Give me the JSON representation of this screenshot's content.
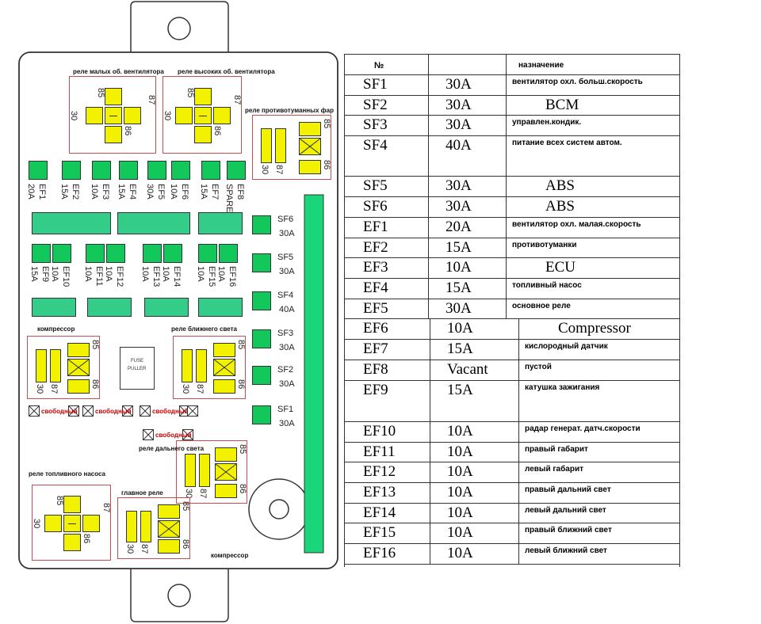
{
  "relays": {
    "small_fan": "реле малых об. вентилятора",
    "high_fan": "реле высоких об. вентилятора",
    "fog": "реле противотуманных фар",
    "compressor": "компрессор",
    "low_beam": "реле ближнего света",
    "high_beam": "реле дальнего света",
    "fuel_pump": "реле топливного насоса",
    "main": "главное реле",
    "compressor_bottom": "компрессор"
  },
  "pins": {
    "p85": "85",
    "p86": "86",
    "p87": "87",
    "p30": "30"
  },
  "fuse_puller": {
    "line1": "FUSE",
    "line2": "PULLER"
  },
  "free_label": "свободный",
  "top_fuses": [
    {
      "name": "EF1",
      "amp": "20A"
    },
    {
      "name": "EF2",
      "amp": "15A"
    },
    {
      "name": "EF3",
      "amp": "10A"
    },
    {
      "name": "EF4",
      "amp": "15A"
    },
    {
      "name": "EF5",
      "amp": "30A"
    },
    {
      "name": "EF6",
      "amp": "10A"
    },
    {
      "name": "EF7",
      "amp": "15A"
    },
    {
      "name": "EF8",
      "amp": "SPARE"
    }
  ],
  "mid_fuses": [
    {
      "name": "EF9",
      "amp": "15A"
    },
    {
      "name": "EF10",
      "amp": "10A"
    },
    {
      "name": "EF11",
      "amp": "10A"
    },
    {
      "name": "EF12",
      "amp": "10A"
    },
    {
      "name": "EF13",
      "amp": "10A"
    },
    {
      "name": "EF14",
      "amp": "10A"
    },
    {
      "name": "EF15",
      "amp": "10A"
    },
    {
      "name": "EF16",
      "amp": "10A"
    }
  ],
  "sf_fuses": [
    {
      "name": "SF6",
      "amp": "30A"
    },
    {
      "name": "SF5",
      "amp": "30A"
    },
    {
      "name": "SF4",
      "amp": "40A"
    },
    {
      "name": "SF3",
      "amp": "30A"
    },
    {
      "name": "SF2",
      "amp": "30A"
    },
    {
      "name": "SF1",
      "amp": "30A"
    }
  ],
  "table": {
    "header": {
      "num": "№",
      "amp": "",
      "desc": "назначение"
    },
    "rows": [
      {
        "num": "SF1",
        "amp": "30A",
        "desc": "вентилятор охл. больш.скорость",
        "big": false
      },
      {
        "num": "SF2",
        "amp": "30A",
        "desc": "BCM",
        "big": true
      },
      {
        "num": "SF3",
        "amp": "30A",
        "desc": "управлен.кондик.",
        "big": false
      },
      {
        "num": "SF4",
        "amp": "40A",
        "desc": "питание всех систем автом.",
        "big": false
      },
      {
        "num": "SF5",
        "amp": "30A",
        "desc": "ABS",
        "big": true
      },
      {
        "num": "SF6",
        "amp": "30A",
        "desc": "ABS",
        "big": true
      },
      {
        "num": "EF1",
        "amp": "20A",
        "desc": "вентилятор охл. малая.скорость",
        "big": false
      },
      {
        "num": "EF2",
        "amp": "15A",
        "desc": "противотуманки",
        "big": false
      },
      {
        "num": "EF3",
        "amp": "10A",
        "desc": "ECU",
        "big": true
      },
      {
        "num": "EF4",
        "amp": "15A",
        "desc": "топливный насос",
        "big": false
      },
      {
        "num": "EF5",
        "amp": "30A",
        "desc": "основное реле",
        "big": false
      },
      {
        "num": "EF6",
        "amp": "10A",
        "desc": "Compressor",
        "big": true
      },
      {
        "num": "EF7",
        "amp": "15A",
        "desc": "кислородный датчик",
        "big": false
      },
      {
        "num": "EF8",
        "amp": "Vacant",
        "desc": "пустой",
        "big": false
      },
      {
        "num": "EF9",
        "amp": "15A",
        "desc": "катушка зажигания",
        "big": false
      },
      {
        "num": "EF10",
        "amp": "10A",
        "desc": "радар  генерат. датч.скорости",
        "big": false
      },
      {
        "num": "EF11",
        "amp": "10A",
        "desc": "правый габарит",
        "big": false
      },
      {
        "num": "EF12",
        "amp": "10A",
        "desc": "левый габарит",
        "big": false
      },
      {
        "num": "EF13",
        "amp": "10A",
        "desc": "правый дальний свет",
        "big": false
      },
      {
        "num": "EF14",
        "amp": "10A",
        "desc": "левый дальний свет",
        "big": false
      },
      {
        "num": "EF15",
        "amp": "10A",
        "desc": "правый ближний свет",
        "big": false
      },
      {
        "num": "EF16",
        "amp": "10A",
        "desc": "левый ближний свет",
        "big": false
      }
    ]
  },
  "colors": {
    "yellow": "#f2f200",
    "green": "#12c85a",
    "mint": "#33cc88",
    "outline_red": "#c25050",
    "free_red": "#cc0000"
  }
}
